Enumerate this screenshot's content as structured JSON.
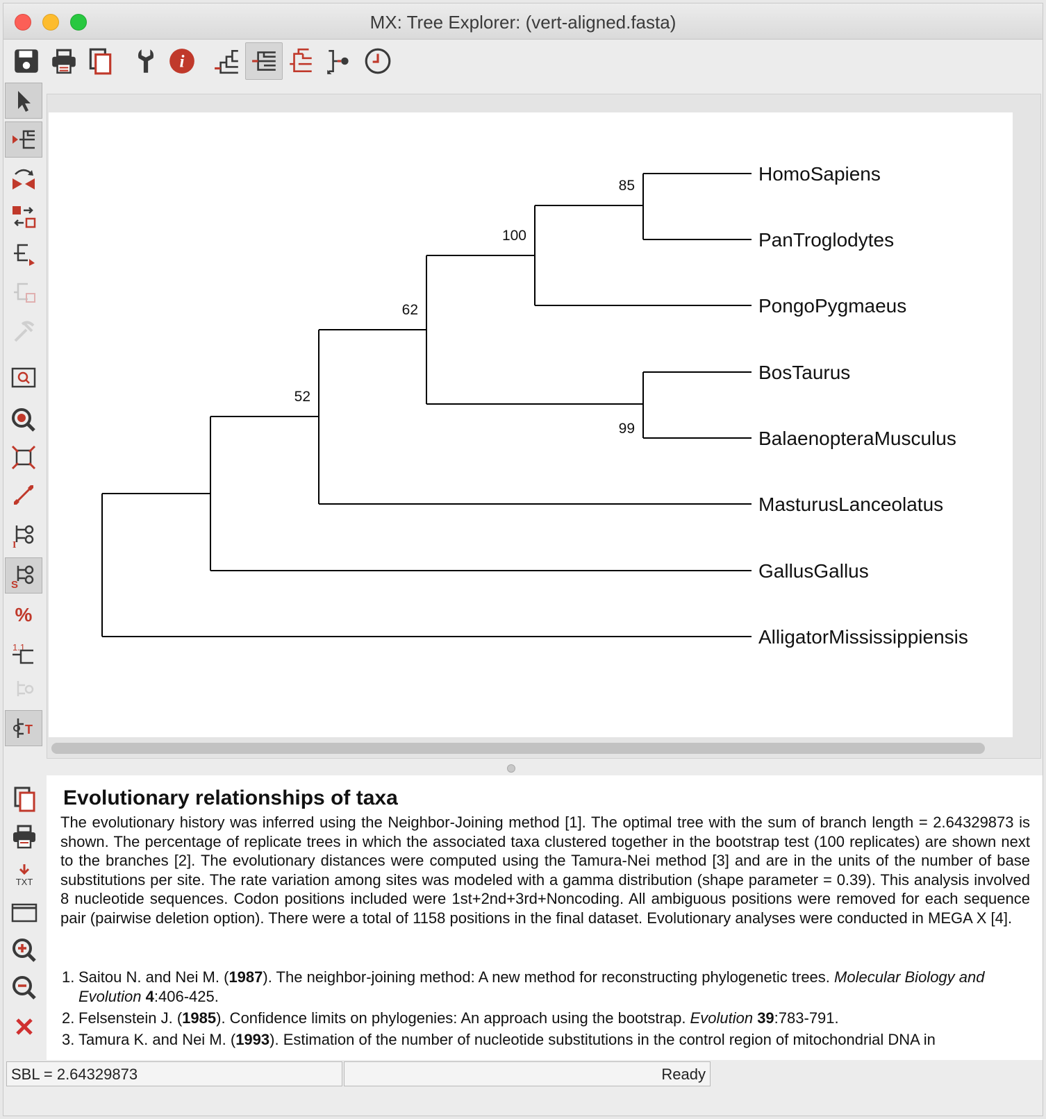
{
  "window": {
    "title": "MX: Tree Explorer: (vert-aligned.fasta)"
  },
  "toolbar": {
    "items": [
      {
        "name": "save-icon"
      },
      {
        "name": "print-icon"
      },
      {
        "name": "copy-icon"
      },
      {
        "name": "wrench-icon"
      },
      {
        "name": "info-icon"
      },
      {
        "name": "tree-layout-1-icon"
      },
      {
        "name": "tree-layout-2-icon"
      },
      {
        "name": "tree-layout-3-icon"
      },
      {
        "name": "tree-layout-4-icon"
      },
      {
        "name": "clock-icon"
      }
    ],
    "accent_red": "#c0392b"
  },
  "tree": {
    "taxa": [
      "HomoSapiens",
      "PanTroglodytes",
      "PongoPygmaeus",
      "BosTaurus",
      "BalaenopteraMusculus",
      "MasturusLanceolatus",
      "GallusGallus",
      "AlligatorMississippiensis"
    ],
    "bootstrap": [
      "85",
      "100",
      "62",
      "52",
      "99"
    ]
  },
  "caption": {
    "title": "Evolutionary relationships of taxa",
    "body": "The evolutionary history was inferred using the Neighbor-Joining method [1]. The optimal tree with the sum of branch length = 2.64329873 is shown. The percentage of replicate trees in which the associated taxa clustered together in the bootstrap test (100 replicates) are shown next to the branches [2]. The evolutionary distances were computed using the Tamura-Nei method [3] and are in the units of the number of base substitutions per site. The rate variation among sites was modeled with a gamma distribution (shape parameter = 0.39). This analysis involved 8 nucleotide sequences. Codon positions included were 1st+2nd+3rd+Noncoding. All ambiguous positions were removed for each sequence pair (pairwise deletion option). There were a total of 1158 positions in the final dataset. Evolutionary analyses were conducted in MEGA X [4].",
    "refs": [
      {
        "num": "1.",
        "authors": "Saitou N. and Nei M. (",
        "year": "1987",
        "text": "). The neighbor-joining method: A new method for reconstructing phylogenetic trees. ",
        "journal": "Molecular Biology and Evolution",
        "vol": "4",
        "pages": ":406-425."
      },
      {
        "num": "2.",
        "authors": "Felsenstein J. (",
        "year": "1985",
        "text": "). Confidence limits on phylogenies: An approach using the bootstrap. ",
        "journal": "Evolution",
        "vol": "39",
        "pages": ":783-791."
      },
      {
        "num": "3.",
        "authors": "Tamura K. and Nei M. (",
        "year": "1993",
        "text": "). Estimation of the number of nucleotide substitutions in the control region of mitochondrial DNA in",
        "journal": "",
        "vol": "",
        "pages": ""
      }
    ]
  },
  "status": {
    "sbl": "SBL = 2.64329873",
    "state": "Ready"
  }
}
